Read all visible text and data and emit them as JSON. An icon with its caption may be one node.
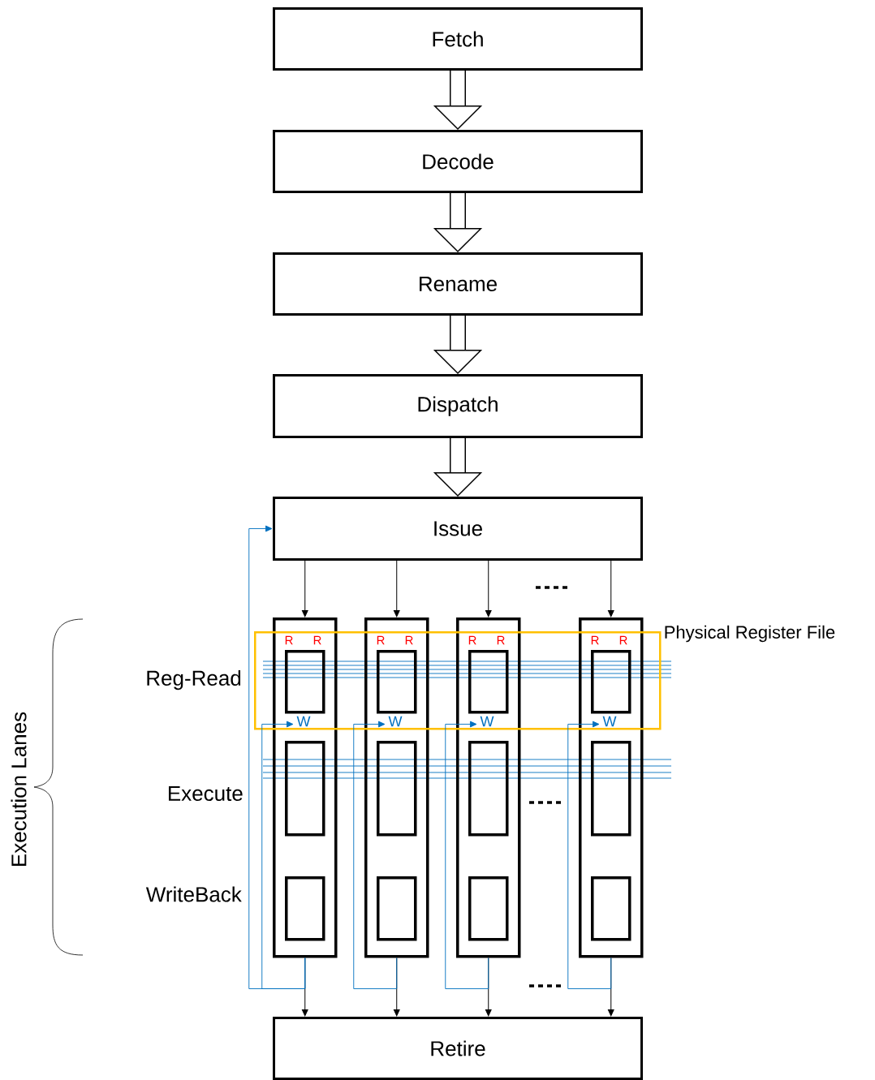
{
  "diagram": {
    "nodes": [
      {
        "text": [
          "Fetch"
        ]
      },
      {
        "text": [
          "Decode"
        ]
      },
      {
        "text": [
          "Rename"
        ]
      },
      {
        "text": [
          "Dispatch"
        ]
      },
      {
        "text": [
          "Issue"
        ]
      },
      {
        "text": [],
        "shape": "box"
      },
      {
        "text": [],
        "shape": "box"
      },
      {
        "text": [],
        "shape": "box",
        "in": 5
      },
      {
        "text": [],
        "shape": "box",
        "in": 5
      },
      {
        "text": [],
        "shape": "box"
      },
      {
        "text": [],
        "shape": "box"
      },
      {
        "text": [],
        "shape": "box",
        "in": 9
      },
      {
        "text": [],
        "shape": "box",
        "in": 9
      },
      {
        "text": [],
        "shape": "box"
      },
      {
        "text": [],
        "shape": "box"
      },
      {
        "text": [],
        "shape": "box",
        "in": 13
      },
      {
        "text": [],
        "shape": "box",
        "in": 13
      },
      {
        "text": [],
        "shape": "box"
      },
      {
        "text": [],
        "shape": "box"
      },
      {
        "text": [],
        "shape": "box",
        "in": 17
      },
      {
        "text": [],
        "shape": "box",
        "in": 17
      },
      {
        "text": [
          "Physical Register File"
        ]
      },
      {
        "text": [
          "Retire"
        ]
      }
    ],
    "edges": [
      {
        "from": 0,
        "to": 1,
        "arrow": "to",
        "style": "thick"
      },
      {
        "from": 1,
        "to": 2,
        "arrow": "to",
        "style": "thick"
      },
      {
        "from": 2,
        "to": 3,
        "arrow": "to",
        "style": "thick"
      },
      {
        "from": 3,
        "to": 4,
        "arrow": "to",
        "style": "thick"
      },
      {
        "from": 4,
        "to": 5,
        "arrow": "to"
      },
      {
        "from": 4,
        "to": 9,
        "arrow": "to"
      },
      {
        "from": 4,
        "to": 13,
        "arrow": "to"
      },
      {
        "from": 4,
        "to": 17,
        "arrow": "to"
      },
      {
        "from": 5,
        "to": 22,
        "arrow": "to"
      },
      {
        "from": 9,
        "to": 22,
        "arrow": "to"
      },
      {
        "from": 13,
        "to": 22,
        "arrow": "to"
      },
      {
        "from": 17,
        "to": 22,
        "arrow": "to"
      },
      {
        "from": 5,
        "to": 4,
        "arrow": "to",
        "color": "#0070c0"
      },
      {
        "from": 5,
        "to": 21,
        "arrow": "to",
        "color": "#0070c0"
      },
      {
        "from": 9,
        "to": 21,
        "arrow": "to",
        "color": "#0070c0"
      },
      {
        "from": 13,
        "to": 21,
        "arrow": "to",
        "color": "#0070c0"
      },
      {
        "from": 17,
        "to": 21,
        "arrow": "to",
        "color": "#0070c0"
      }
    ],
    "labels": [
      "R",
      "R",
      "R",
      "R",
      "R",
      "R",
      "R",
      "R",
      "Reg-Read",
      "W",
      "W",
      "W",
      "W",
      "Execution Lanes",
      "Execute",
      "WriteBack"
    ]
  }
}
